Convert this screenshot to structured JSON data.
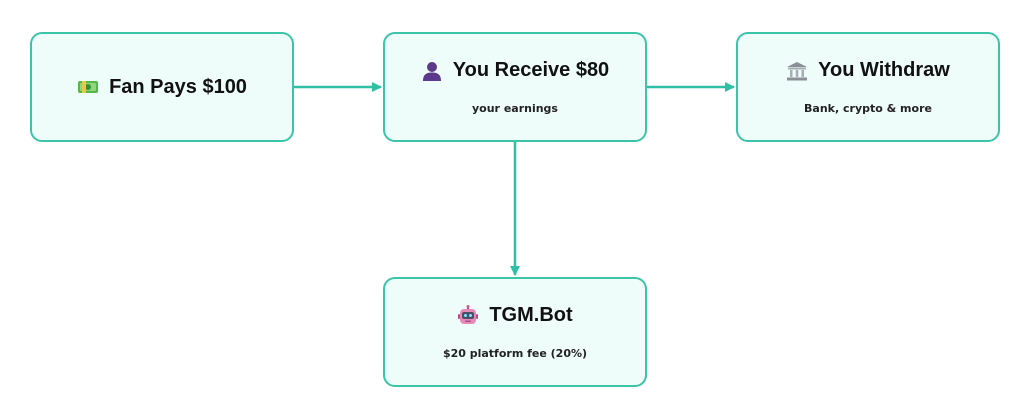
{
  "colors": {
    "border": "#3cc4a8",
    "fill": "#eefcfa",
    "arrow": "#2ebfa5",
    "title_text": "#111111"
  },
  "nodes": {
    "fan": {
      "icon": "cash-icon",
      "title": "Fan Pays $100",
      "subtitle": ""
    },
    "receive": {
      "icon": "user-icon",
      "title": "You Receive $80",
      "subtitle": "your earnings"
    },
    "withdraw": {
      "icon": "bank-icon",
      "title": "You Withdraw",
      "subtitle": "Bank, crypto & more"
    },
    "bot": {
      "icon": "robot-icon",
      "title": "TGM.Bot",
      "subtitle": "$20 platform fee (20%)"
    }
  },
  "edges": [
    {
      "from": "fan",
      "to": "receive"
    },
    {
      "from": "receive",
      "to": "withdraw"
    },
    {
      "from": "receive",
      "to": "bot"
    }
  ]
}
